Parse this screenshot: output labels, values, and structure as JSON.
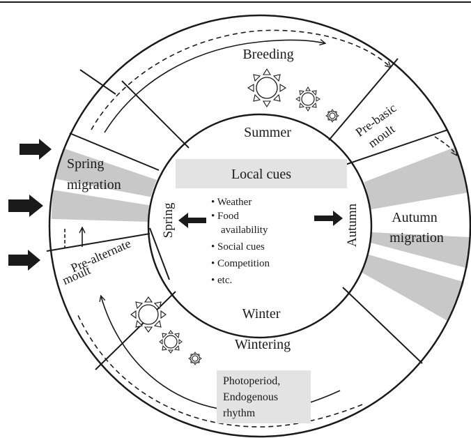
{
  "ring": {
    "stages": {
      "breeding": "Breeding",
      "pre_basic_moult": [
        "Pre-basic",
        "moult"
      ],
      "autumn_migration": [
        "Autumn",
        "migration"
      ],
      "wintering": "Wintering",
      "pre_alternate_moult": [
        "Pre-alternate",
        "moult"
      ],
      "spring_migration": [
        "Spring",
        "migration"
      ]
    },
    "photoperiod_box": [
      "Photoperiod,",
      "Endogenous",
      "rhythm"
    ]
  },
  "center": {
    "seasons": {
      "summer": "Summer",
      "autumn": "Autumn",
      "winter": "Winter",
      "spring": "Spring"
    },
    "local_cues_title": "Local cues",
    "cue_items": [
      "• Weather",
      "• Food",
      "availability",
      "• Social cues",
      "• Competition",
      "• etc."
    ]
  },
  "colors": {
    "stroke": "#1a1a1a",
    "shade": "#c8c8c8",
    "cue_box": "#e3e3e3"
  },
  "icons": [
    "sun-large-icon",
    "sun-medium-icon",
    "sun-small-icon",
    "arrow-right-icon",
    "arrow-left-icon"
  ]
}
